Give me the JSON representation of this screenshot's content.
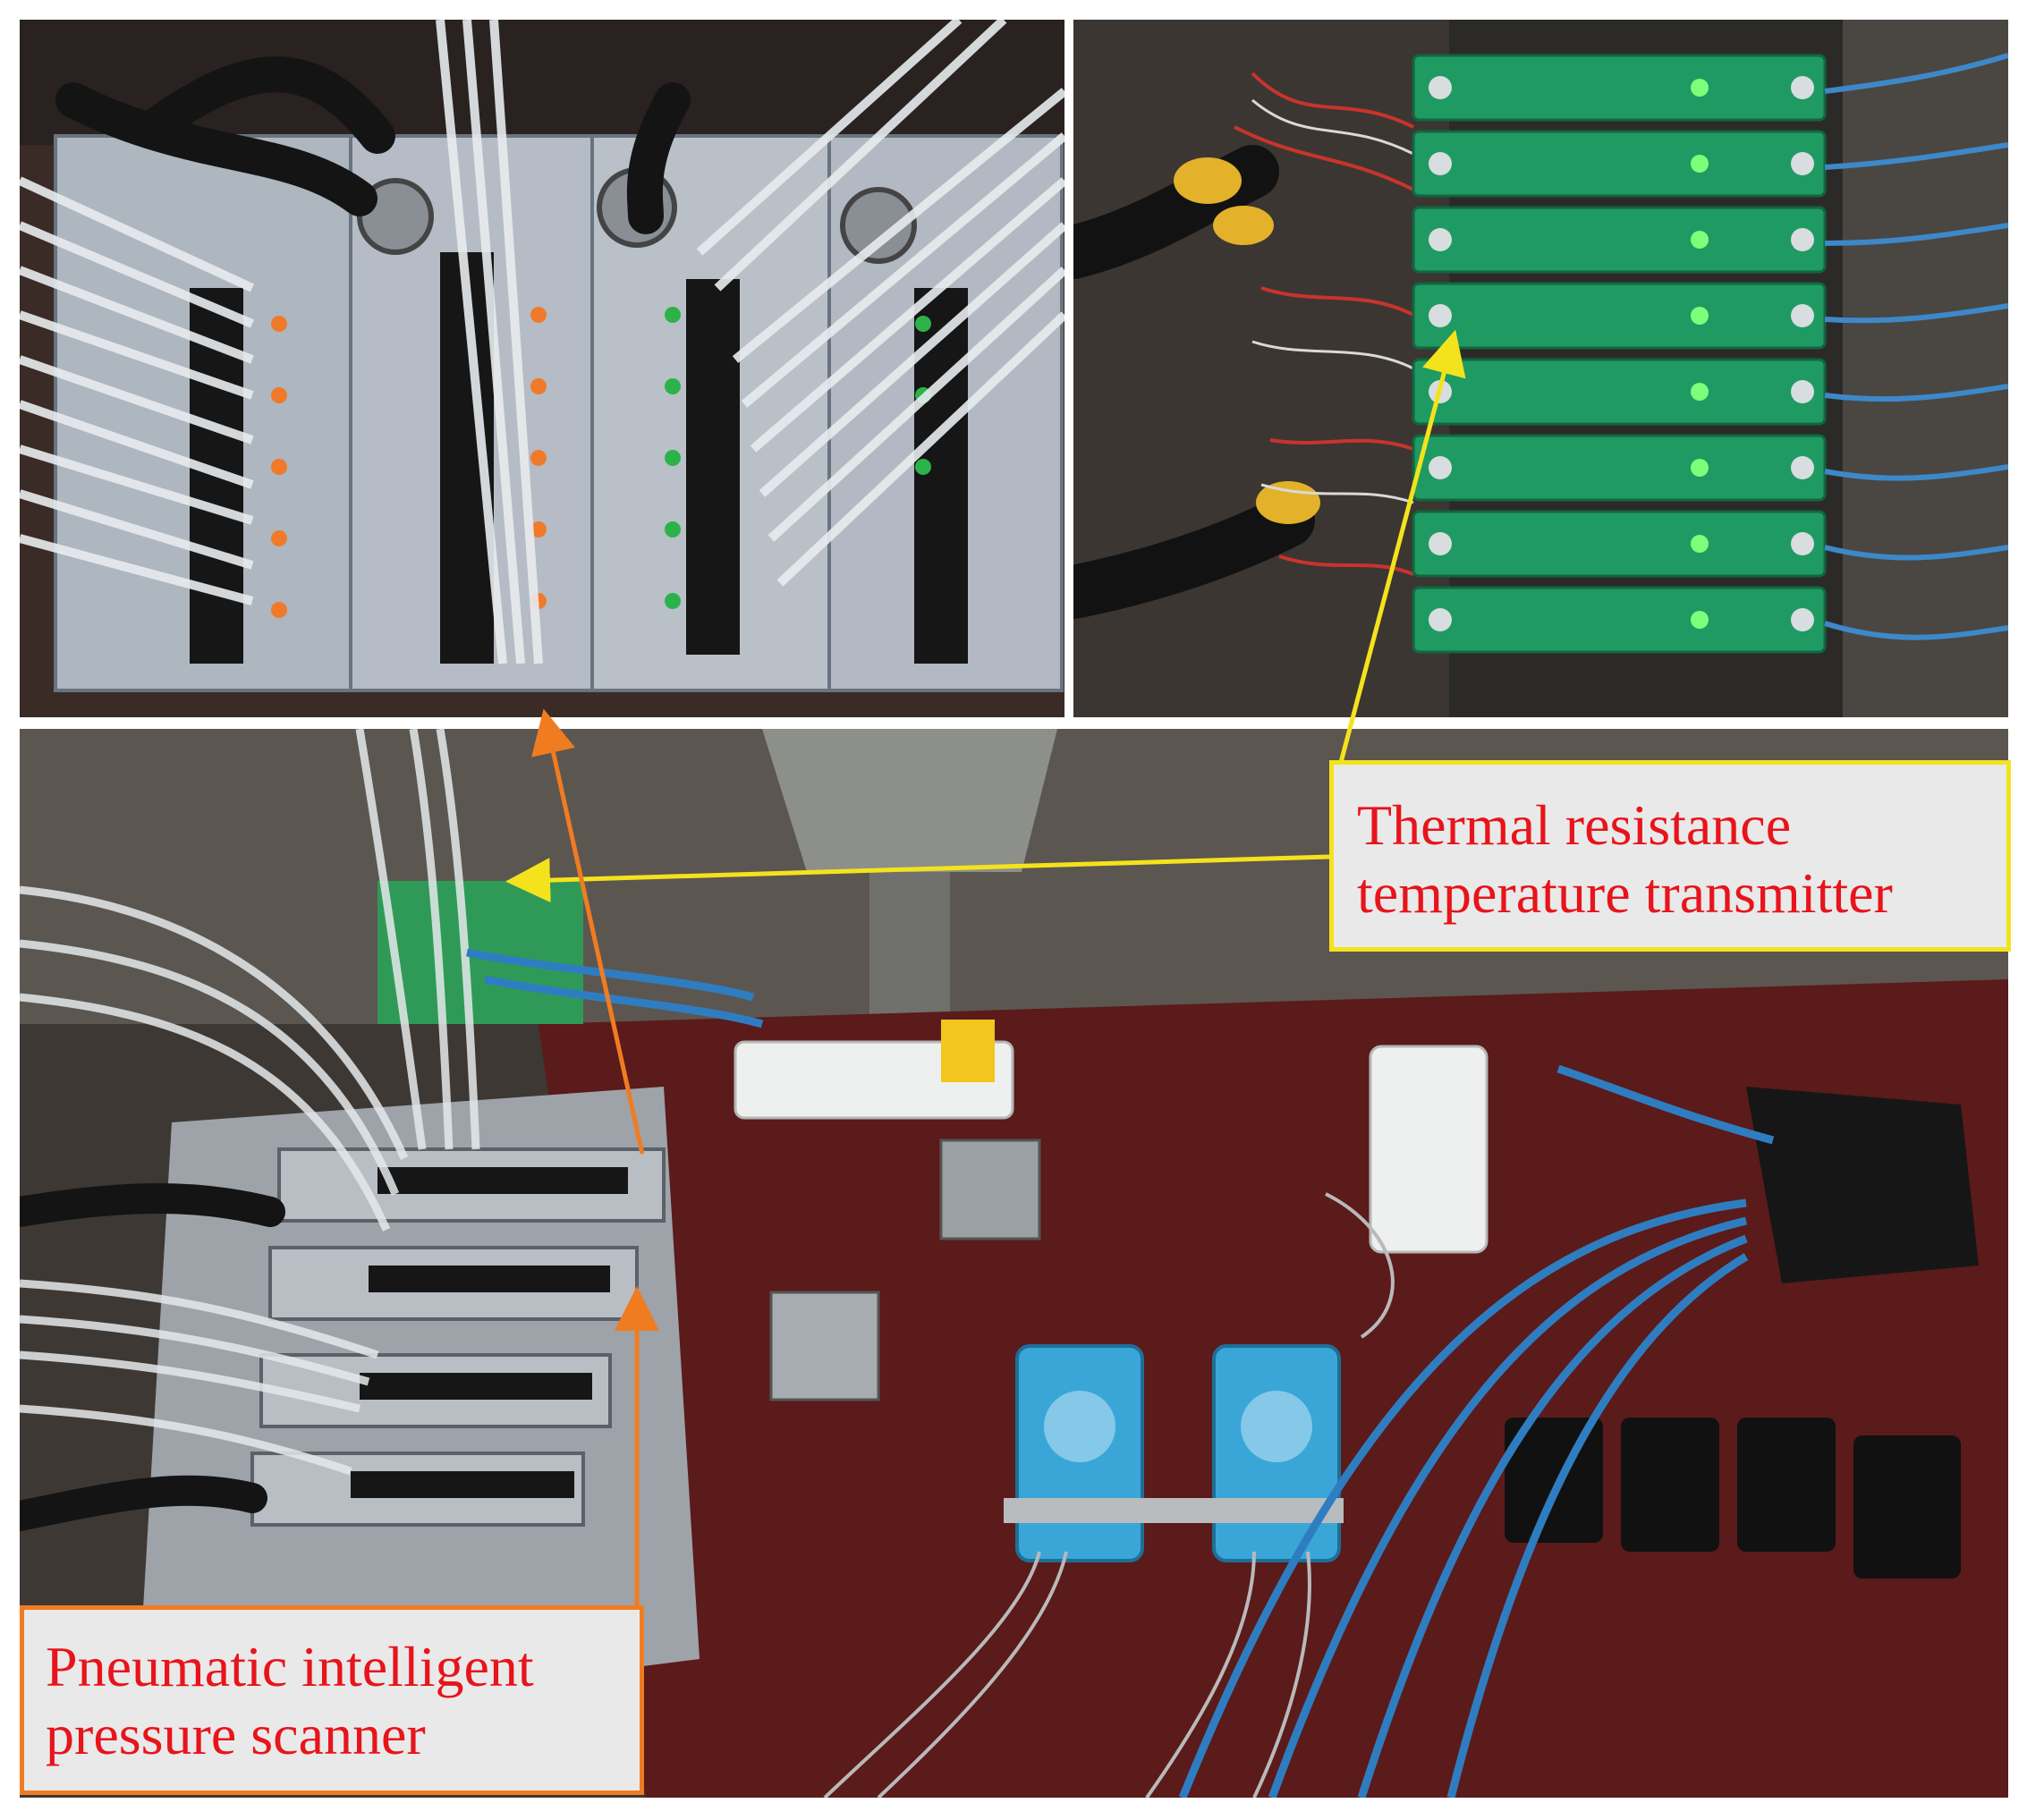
{
  "callouts": {
    "thermal": {
      "line1": "Thermal resistance",
      "line2": "temperature transmitter",
      "border_color": "#f4e31c",
      "text_color": "#e8141b"
    },
    "scanner": {
      "line1": "Pneumatic intelligent",
      "line2": "pressure scanner",
      "border_color": "#f07c22",
      "text_color": "#e8141b"
    }
  },
  "colors": {
    "background": "#ffffff",
    "callout_fill": "#e9e9e9",
    "arrow_yellow": "#f4e31c",
    "arrow_orange": "#f07c22",
    "module_green": "#1f9a63",
    "scanner_panel": "#b9c0c8",
    "adam_blue": "#3aa6d8",
    "table_wood": "#5a1b1a"
  },
  "panels": {
    "top_left": "pressure-scanner-closeup-photo",
    "top_right": "temperature-transmitter-closeup-photo",
    "bottom": "test-bench-photo"
  }
}
